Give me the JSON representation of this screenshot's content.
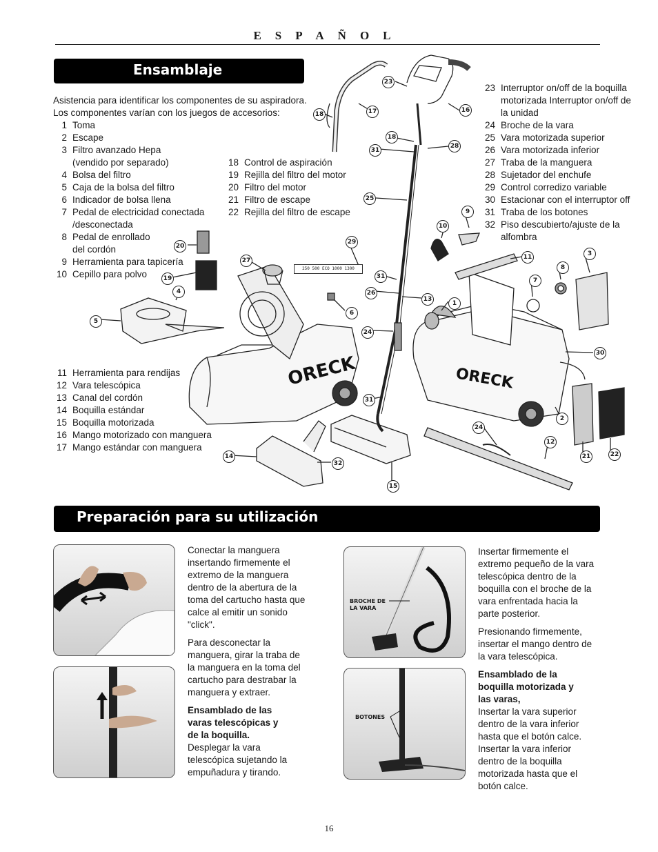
{
  "header": {
    "language": "ESPAÑOL"
  },
  "section_assembly": {
    "title": "Ensamblaje",
    "intro": [
      "Asistencia para identificar los componentes de su aspiradora.",
      "Los componentes varían con los juegos de accesorios:"
    ],
    "parts_col1": [
      {
        "n": "1",
        "t": "Toma"
      },
      {
        "n": "2",
        "t": "Escape"
      },
      {
        "n": "3",
        "t": "Filtro avanzado Hepa"
      },
      {
        "n": "",
        "t": "(vendido por separado)"
      },
      {
        "n": "4",
        "t": "Bolsa del filtro"
      },
      {
        "n": "5",
        "t": "Caja de la bolsa del filtro"
      },
      {
        "n": "6",
        "t": "Indicador de bolsa llena"
      },
      {
        "n": "7",
        "t": "Pedal de electricidad conectada"
      },
      {
        "n": "",
        "t": "/desconectada"
      },
      {
        "n": "8",
        "t": "Pedal de enrollado"
      },
      {
        "n": "",
        "t": "del cordón"
      },
      {
        "n": "9",
        "t": "Herramienta para tapicería"
      },
      {
        "n": "10",
        "t": "Cepillo para polvo"
      }
    ],
    "parts_col2": [
      {
        "n": "18",
        "t": "Control de aspiración"
      },
      {
        "n": "19",
        "t": "Rejilla del filtro del motor"
      },
      {
        "n": "20",
        "t": "Filtro del motor"
      },
      {
        "n": "21",
        "t": "Filtro de escape"
      },
      {
        "n": "22",
        "t": "Rejilla del filtro de escape"
      }
    ],
    "parts_col3": [
      {
        "n": "11",
        "t": "Herramienta para rendijas"
      },
      {
        "n": "12",
        "t": "Vara telescópica"
      },
      {
        "n": "13",
        "t": "Canal del cordón"
      },
      {
        "n": "14",
        "t": "Boquilla estándar"
      },
      {
        "n": "15",
        "t": "Boquilla motorizada"
      },
      {
        "n": "16",
        "t": "Mango motorizado con manguera"
      },
      {
        "n": "17",
        "t": "Mango estándar con manguera"
      }
    ],
    "parts_col4": [
      {
        "n": "23",
        "t": "Interruptor on/off de la boquilla"
      },
      {
        "n": "",
        "t": "motorizada Interruptor on/off de"
      },
      {
        "n": "",
        "t": "la unidad"
      },
      {
        "n": "24",
        "t": "Broche de la vara"
      },
      {
        "n": "25",
        "t": "Vara motorizada superior"
      },
      {
        "n": "26",
        "t": "Vara motorizada inferior"
      },
      {
        "n": "27",
        "t": "Traba  de la manguera"
      },
      {
        "n": "28",
        "t": "Sujetador del enchufe"
      },
      {
        "n": "29",
        "t": "Control corredizo variable"
      },
      {
        "n": "30",
        "t": "Estacionar con el interruptor off"
      },
      {
        "n": "31",
        "t": "Traba de los botones"
      },
      {
        "n": "32",
        "t": "Piso descubierto/ajuste de la"
      },
      {
        "n": "",
        "t": "alfombra"
      }
    ],
    "brand": "ORECK",
    "gauge_text": "250  500  ECO  1000  1300",
    "callouts": [
      "18",
      "17",
      "23",
      "16",
      "18",
      "28",
      "31",
      "25",
      "9",
      "10",
      "11",
      "3",
      "8",
      "7",
      "20",
      "29",
      "27",
      "19",
      "4",
      "6",
      "31",
      "26",
      "13",
      "1",
      "5",
      "24",
      "30",
      "31",
      "2",
      "24",
      "12",
      "21",
      "22",
      "14",
      "32",
      "15"
    ]
  },
  "section_prep": {
    "title": "Preparación para su utilización",
    "photo_labels": {
      "clip": [
        "BROCHE DE",
        "LA VARA"
      ],
      "buttons": "BOTONES"
    },
    "col_left": {
      "p1": [
        "Conectar la manguera",
        "insertando firmemente el",
        "extremo  de la manguera",
        "dentro de la abertura de la",
        "toma del cartucho hasta que",
        "calce al emitir un sonido",
        "\"click\"."
      ],
      "p2": [
        "Para desconectar la",
        "manguera, girar la traba de",
        "la manguera en la toma del",
        "cartucho para destrabar la",
        "manguera y extraer."
      ],
      "h3": [
        "Ensamblado de las",
        "varas telescópicas y",
        "de la boquilla."
      ],
      "p3": [
        "Desplegar la vara",
        "telescópica sujetando la",
        "empuñadura y tirando."
      ]
    },
    "col_right": {
      "p1": [
        "Insertar firmemente el",
        "extremo pequeño de la vara",
        "telescópica dentro de la",
        "boquilla con el broche de la",
        "vara enfrentada hacia la",
        "parte posterior."
      ],
      "p2": [
        "Presionando firmemente,",
        "insertar el mango dentro de",
        "la vara telescópica."
      ],
      "h3": [
        "Ensamblado de la",
        "boquilla motorizada y",
        "las varas,"
      ],
      "p3": [
        "Insertar la vara superior",
        "dentro de la vara inferior",
        "hasta que el botón calce.",
        "Insertar la vara inferior",
        "dentro de la boquilla",
        "motorizada hasta que el",
        "botón calce."
      ]
    }
  },
  "page_number": "16"
}
